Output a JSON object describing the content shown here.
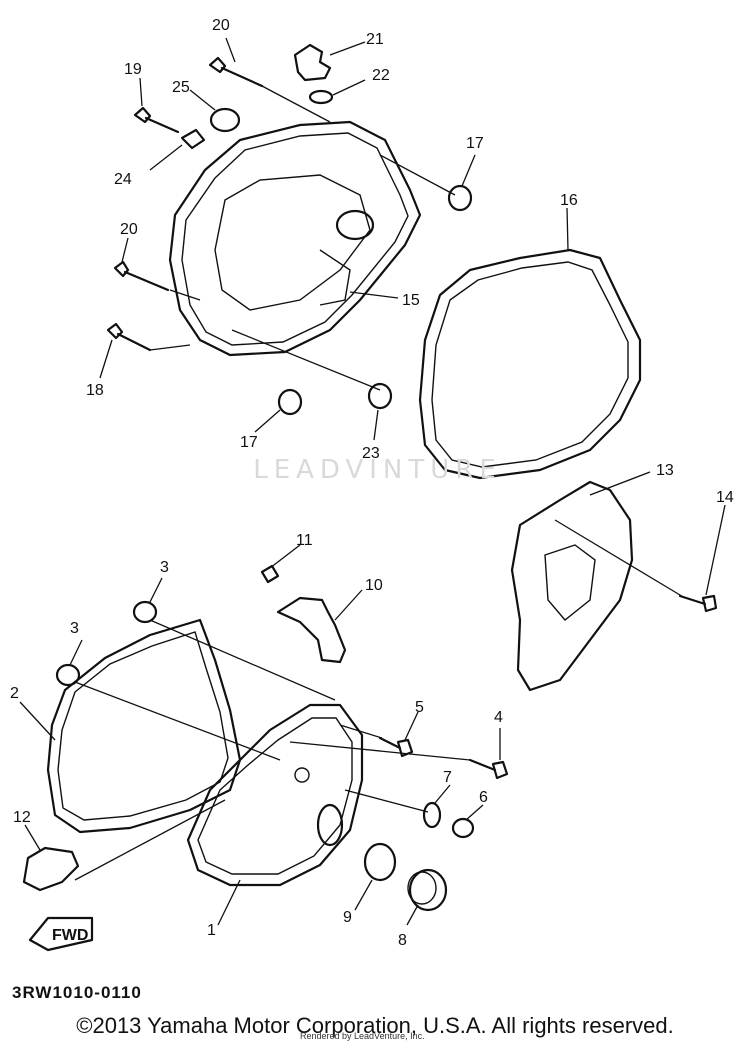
{
  "watermark": {
    "text": "LEADVINTURE"
  },
  "drawing_code": "3RW1010-0110",
  "footer": {
    "copyright": "©2013 Yamaha Motor Corporation, U.S.A. All rights reserved.",
    "rendered_by": "Rendered by LeadVenture, Inc."
  },
  "fwd_label": "FWD",
  "callouts": {
    "c1": "1",
    "c2": "2",
    "c3a": "3",
    "c3b": "3",
    "c4": "4",
    "c5": "5",
    "c6": "6",
    "c7": "7",
    "c8": "8",
    "c9": "9",
    "c10": "10",
    "c11": "11",
    "c12": "12",
    "c13": "13",
    "c14": "14",
    "c15": "15",
    "c16": "16",
    "c17a": "17",
    "c17b": "17",
    "c18": "18",
    "c19": "19",
    "c20a": "20",
    "c20b": "20",
    "c21": "21",
    "c22": "22",
    "c23": "23",
    "c24": "24",
    "c25": "25"
  }
}
